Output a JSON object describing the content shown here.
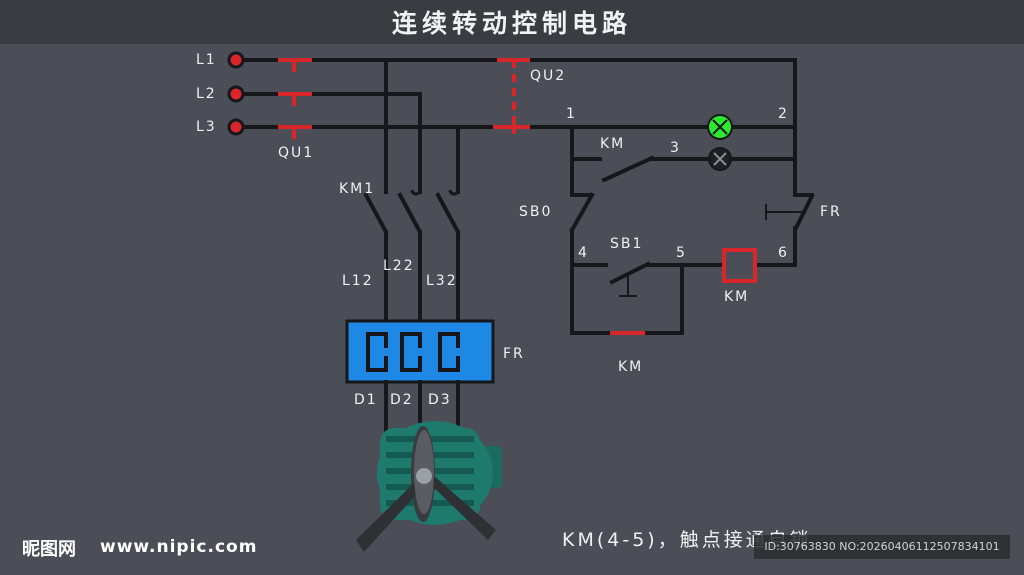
{
  "title": "连续转动控制电路",
  "labels": {
    "l1": "L1",
    "l2": "L2",
    "l3": "L3",
    "qu1": "QU1",
    "qu2": "QU2",
    "km1": "KM1",
    "l12": "L12",
    "l22": "L22",
    "l32": "L32",
    "fr_main": "FR",
    "d1": "D1",
    "d2": "D2",
    "d3": "D3",
    "n1": "1",
    "n2": "2",
    "n3": "3",
    "n4": "4",
    "n5": "5",
    "n6": "6",
    "km_aux": "KM",
    "sb0": "SB0",
    "sb1": "SB1",
    "fr_ctrl": "FR",
    "km_coil": "KM",
    "km_bottom": "KM"
  },
  "caption": "KM(4-5)，触点接通自锁",
  "watermark": {
    "logo": "昵图网",
    "url": "www.nipic.com",
    "id": "ID:30763830 NO:20260406112507834101"
  },
  "colors": {
    "background": "#4b4e57",
    "wire": "#16171a",
    "contact_red": "#d8262a",
    "thermal_relay_blue": "#1e88e5",
    "indicator_green": "#2ee82e",
    "motor_teal": "#1f7a6e"
  }
}
